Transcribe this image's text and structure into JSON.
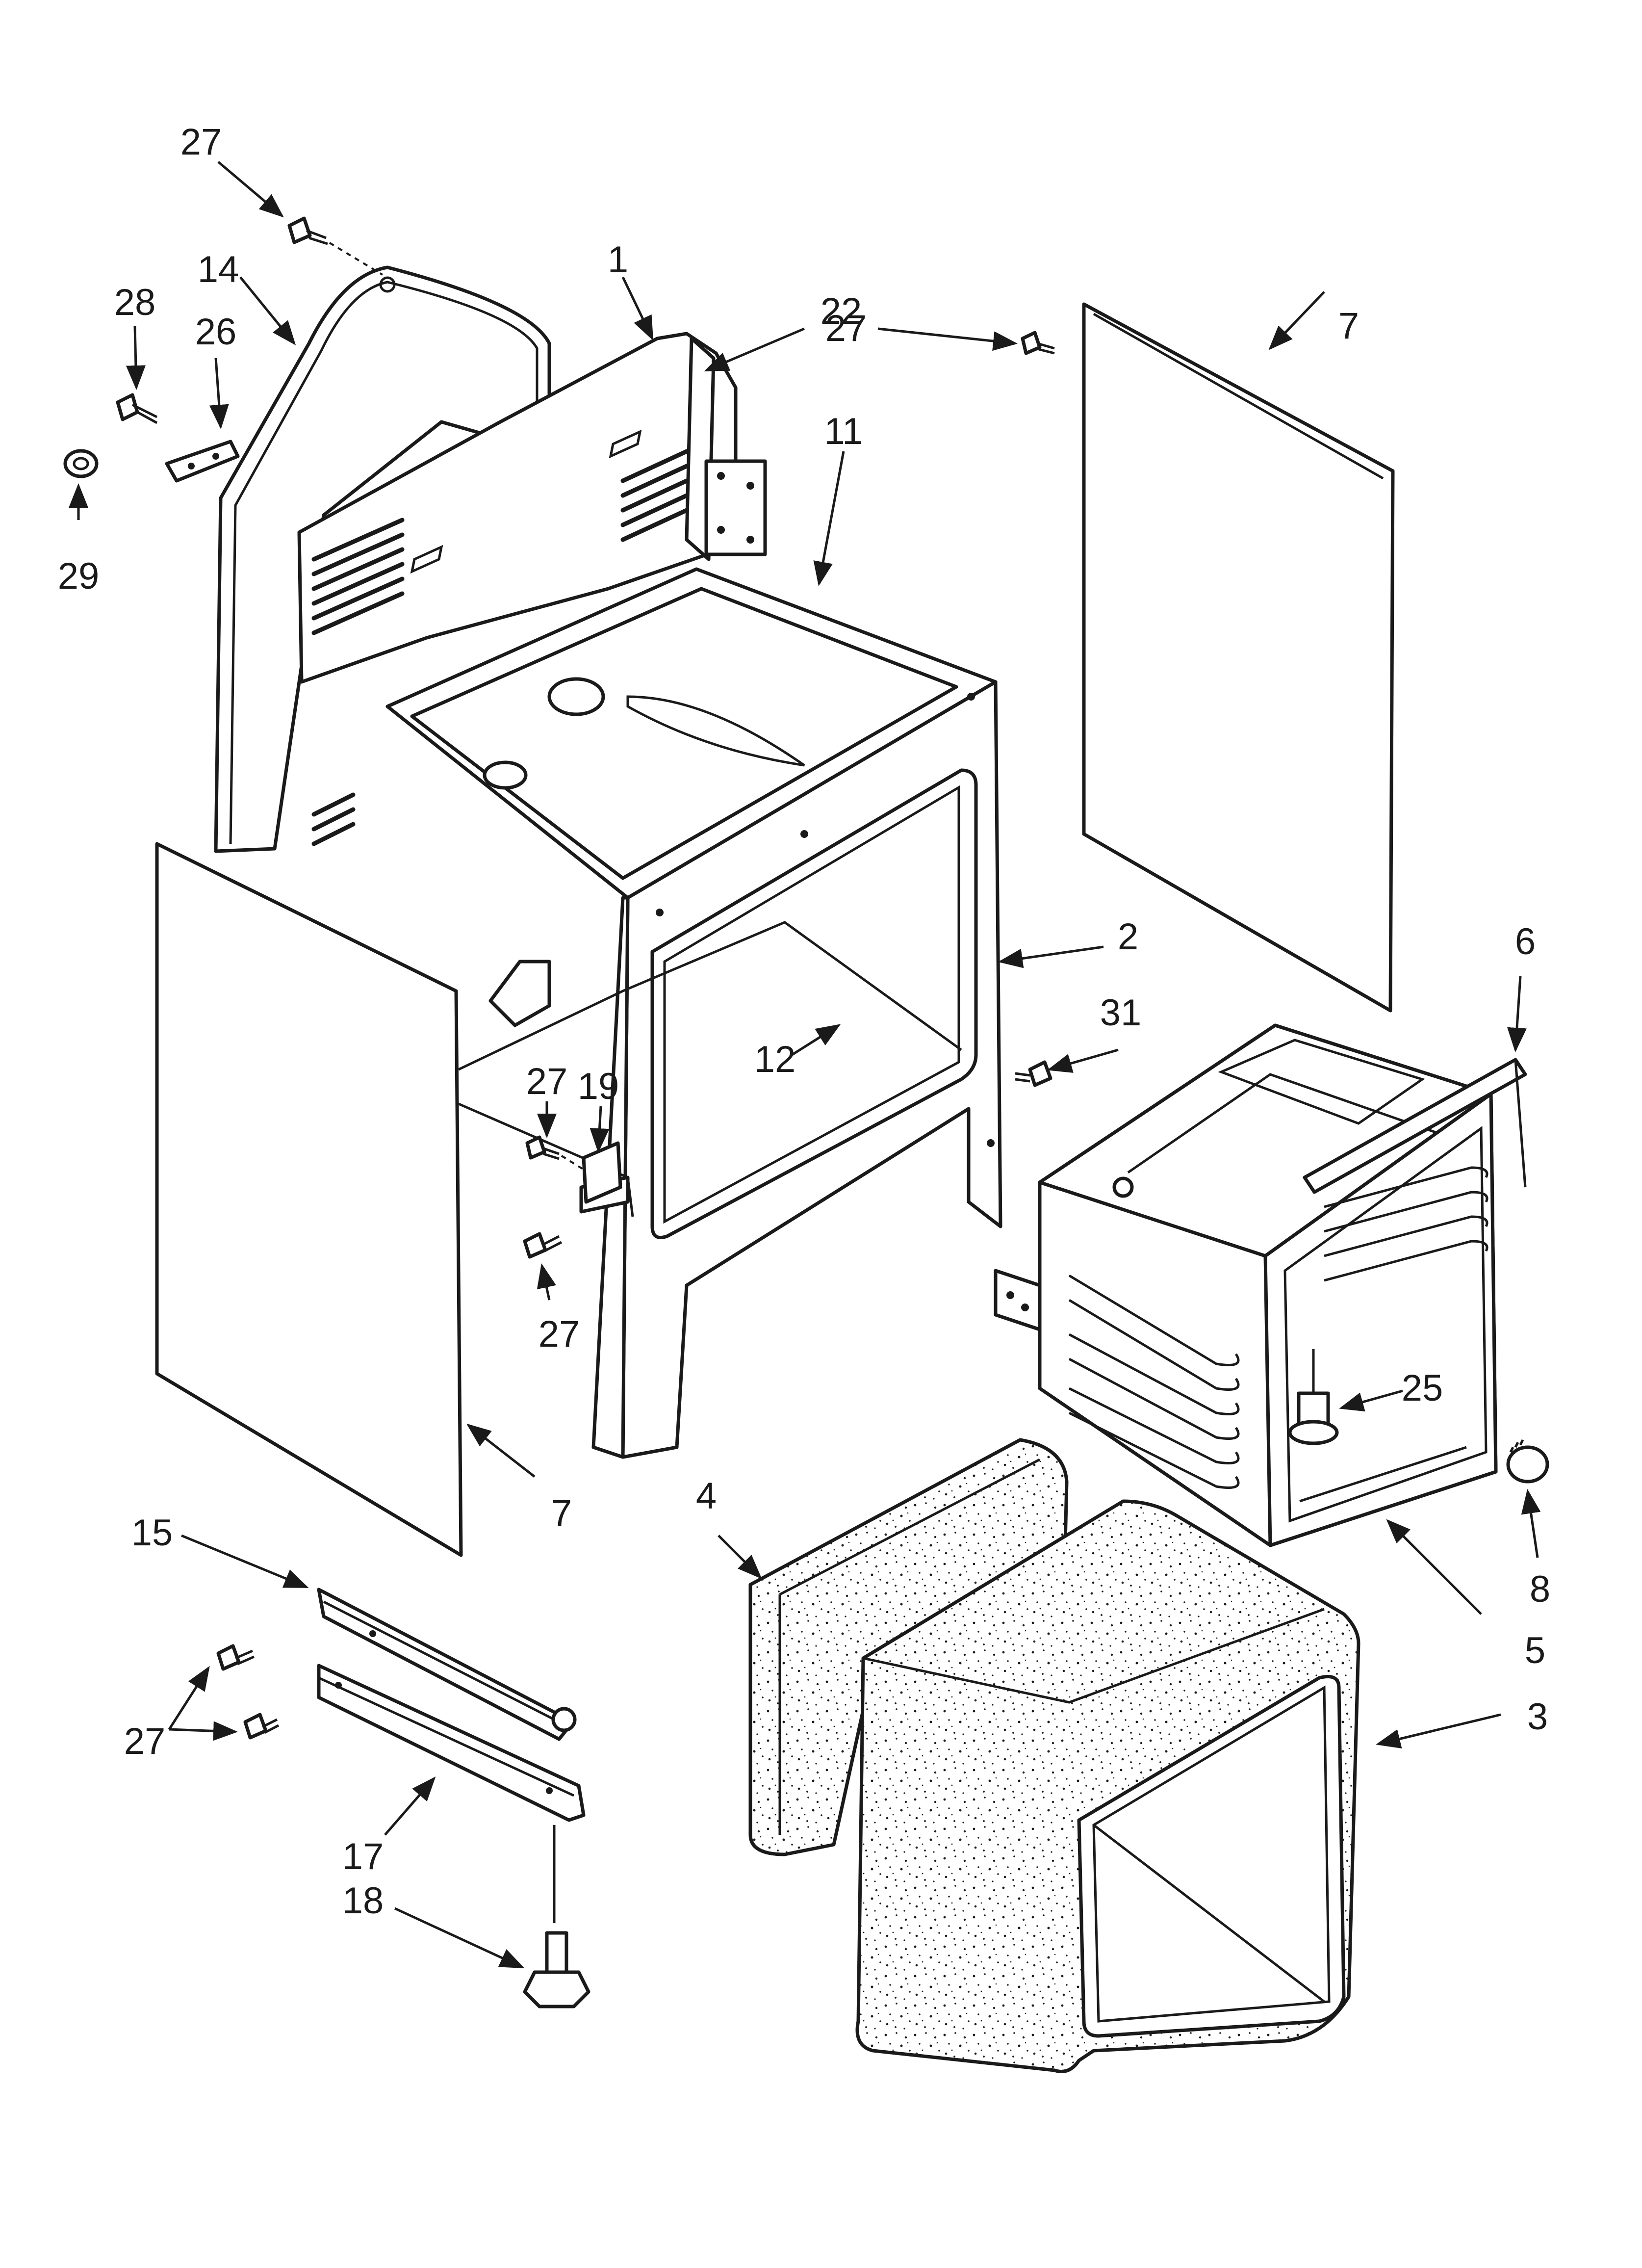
{
  "diagram": {
    "callouts": [
      {
        "id": "c27a",
        "text": "27"
      },
      {
        "id": "c14",
        "text": "14"
      },
      {
        "id": "c28",
        "text": "28"
      },
      {
        "id": "c26",
        "text": "26"
      },
      {
        "id": "c29",
        "text": "29"
      },
      {
        "id": "c1",
        "text": "1"
      },
      {
        "id": "c22",
        "text": "22"
      },
      {
        "id": "c27b",
        "text": "27"
      },
      {
        "id": "c11",
        "text": "11"
      },
      {
        "id": "c7a",
        "text": "7"
      },
      {
        "id": "c2",
        "text": "2"
      },
      {
        "id": "c6",
        "text": "6"
      },
      {
        "id": "c31",
        "text": "31"
      },
      {
        "id": "c12",
        "text": "12"
      },
      {
        "id": "c27c",
        "text": "27"
      },
      {
        "id": "c19",
        "text": "19"
      },
      {
        "id": "c27d",
        "text": "27"
      },
      {
        "id": "c25",
        "text": "25"
      },
      {
        "id": "c7b",
        "text": "7"
      },
      {
        "id": "c4",
        "text": "4"
      },
      {
        "id": "c8",
        "text": "8"
      },
      {
        "id": "c5",
        "text": "5"
      },
      {
        "id": "c15",
        "text": "15"
      },
      {
        "id": "c3",
        "text": "3"
      },
      {
        "id": "c27e",
        "text": "27"
      },
      {
        "id": "c17",
        "text": "17"
      },
      {
        "id": "c18",
        "text": "18"
      }
    ]
  }
}
